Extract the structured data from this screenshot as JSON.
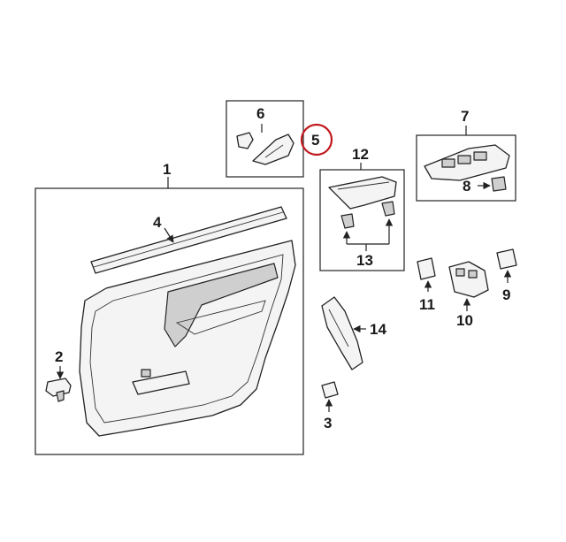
{
  "callouts": {
    "c1": "1",
    "c2": "2",
    "c3": "3",
    "c4": "4",
    "c5": "5",
    "c6": "6",
    "c7": "7",
    "c8": "8",
    "c9": "9",
    "c10": "10",
    "c11": "11",
    "c12": "12",
    "c13": "13",
    "c14": "14"
  },
  "highlight": {
    "callout": "5",
    "color": "#c0181d"
  },
  "colors": {
    "line": "#222222",
    "part_fill": "#f4f4f4",
    "part_shade": "#cfcfcf"
  }
}
